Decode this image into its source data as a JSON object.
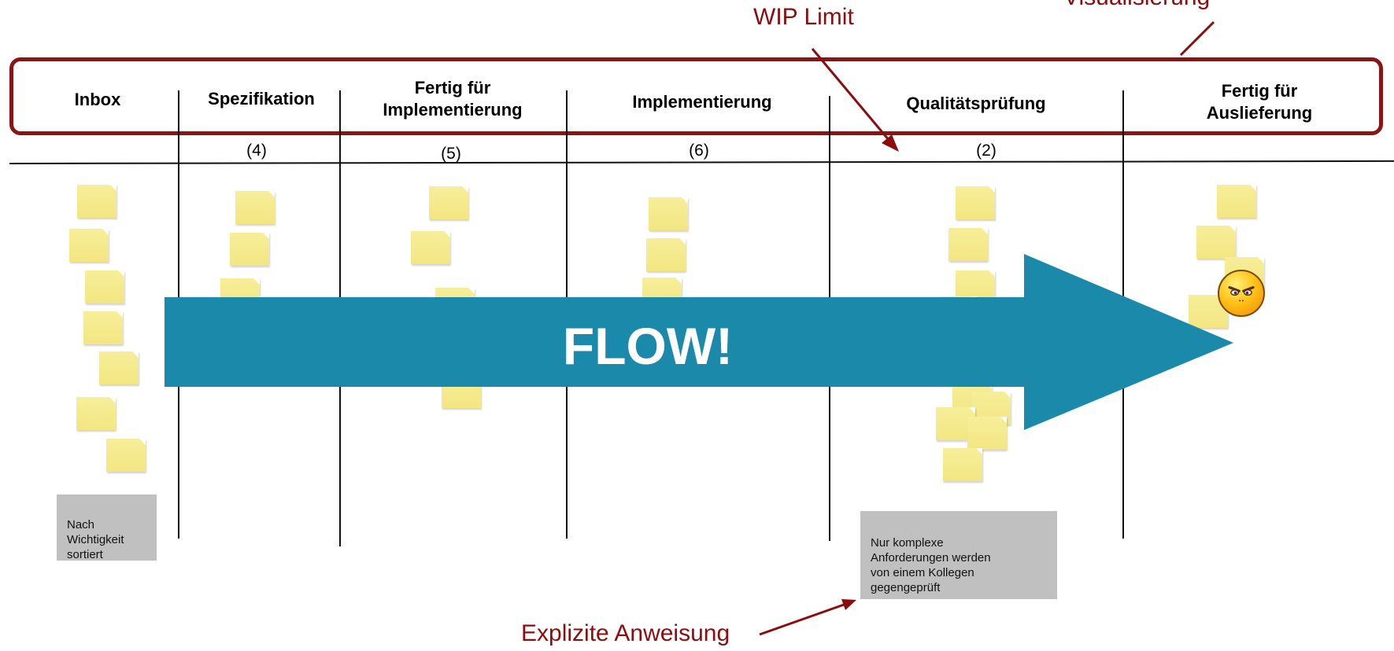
{
  "annotations": {
    "wip_limit": "WIP Limit",
    "visualisierung": "Visualisierung",
    "explizite_anweisung": "Explizite Anweisung"
  },
  "columns": [
    {
      "title": "Inbox",
      "wip": ""
    },
    {
      "title": "Spezifikation",
      "wip": "(4)"
    },
    {
      "title": "Fertig für\nImplementierung",
      "wip": "(5)"
    },
    {
      "title": "Implementierung",
      "wip": "(6)"
    },
    {
      "title": "Qualitätsprüfung",
      "wip": "(2)"
    },
    {
      "title": "Fertig für\nAuslieferung",
      "wip": ""
    }
  ],
  "policies": {
    "inbox": "Nach\nWichtigkeit\nsortiert",
    "quality": "Nur komplexe\nAnforderungen werden\nvon einem Kollegen\ngegengeprüft"
  },
  "flow_label": "FLOW!",
  "colors": {
    "annotation": "#8b0d0d",
    "header_border": "#8b1414",
    "arrow": "#1b8aaa",
    "sticky_note": "#f4e98a",
    "policy_box": "#c0c0c0"
  }
}
